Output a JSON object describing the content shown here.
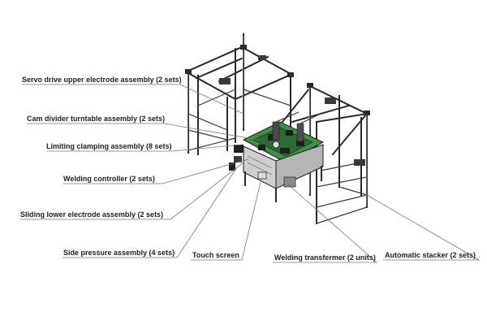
{
  "labels": {
    "servo_upper": "Servo drive upper electrode assembly (2 sets)",
    "cam_divider": "Cam divider turntable assembly (2 sets)",
    "limiting_clamping": "Limiting clamping assembly (8 sets)",
    "welding_controller": "Welding controller (2 sets)",
    "sliding_lower": "Sliding lower electrode assembly (2 sets)",
    "side_pressure": "Side pressure assembly (4 sets)",
    "touch_screen": "Touch screen",
    "welding_transformer": "Welding transfermer (2 units)",
    "automatic_stacker": "Automatic stacker (2 sets)"
  },
  "colors": {
    "frame": "#2a2a2a",
    "table_green": "#3f8f46",
    "table_green_dark": "#2c6b33",
    "cabinet": "#cfcfcf",
    "leader": "#777777",
    "text": "#222222"
  }
}
